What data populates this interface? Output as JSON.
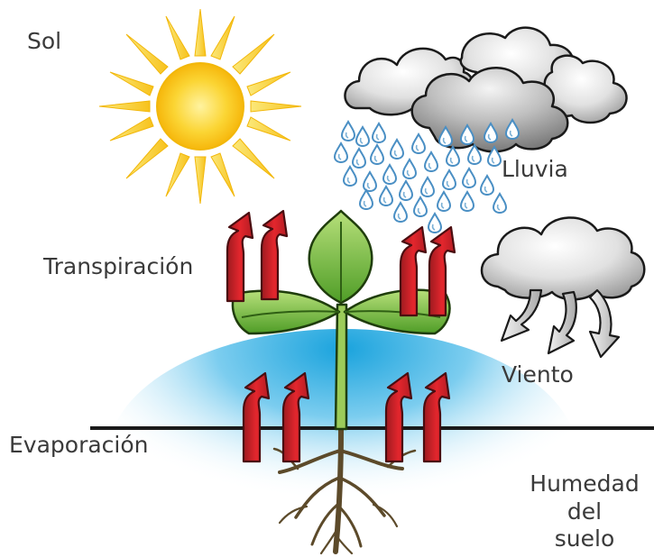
{
  "labels": {
    "sol": "Sol",
    "lluvia": "Lluvia",
    "transpiracion": "Transpiración",
    "viento": "Viento",
    "evaporacion": "Evaporación",
    "humedad_line1": "Humedad",
    "humedad_line2": "del",
    "humedad_line3": "suelo"
  },
  "colors": {
    "sun": "#f7c21c",
    "arrow": "#d8232a",
    "leaf": "#7cc242",
    "soil_moisture": "#4fb3e3",
    "cloud": "#c8c8c8",
    "rain": "#7ab0d6",
    "root": "#5c4a2a",
    "ground_line": "#1a1a1a"
  },
  "icons": [
    "sun-icon",
    "cloud-icon",
    "raindrop-icon",
    "wind-arrow-icon",
    "moisture-arrow-icon",
    "plant-icon",
    "root-icon"
  ]
}
